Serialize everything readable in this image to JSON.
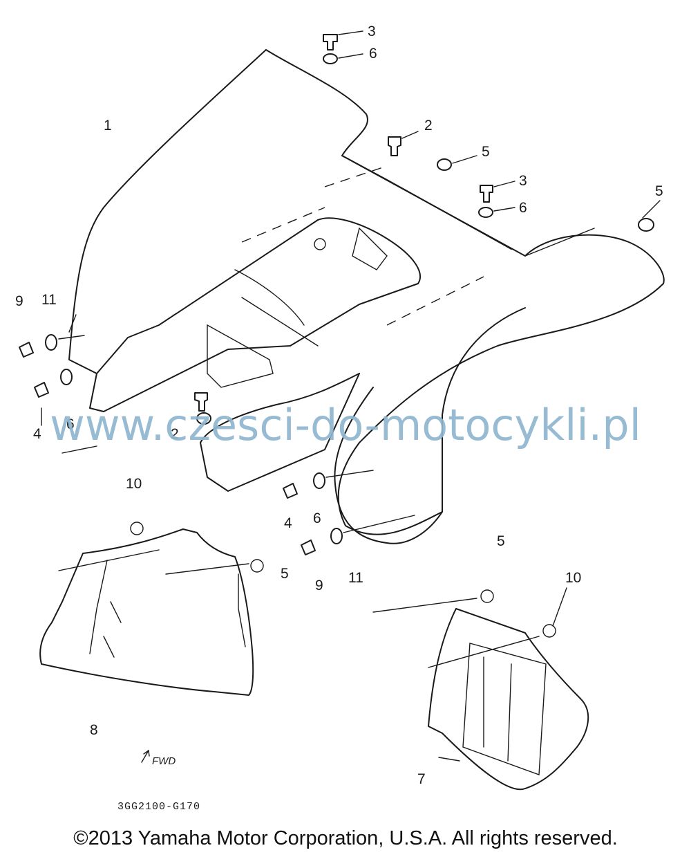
{
  "callouts": {
    "c3_top": "3",
    "c6_top": "6",
    "c2_top": "2",
    "c5_a": "5",
    "c3_mid": "3",
    "c6_mid": "6",
    "c5_b": "5",
    "c1": "1",
    "c9_left": "9",
    "c11_left": "11",
    "c4_left": "4",
    "c6_left": "6",
    "c2_left": "2",
    "c10_left": "10",
    "c4_mid": "4",
    "c6_mid2": "6",
    "c5_c": "5",
    "c5_d": "5",
    "c9_mid": "9",
    "c11_mid": "11",
    "c10_right": "10",
    "c8": "8",
    "c7": "7"
  },
  "fwd_label": "FWD",
  "diagram_code": "3GG2100-G170",
  "watermark": "www.czesci-do-motocykli.pl",
  "copyright": "©2013 Yamaha Motor Corporation, U.S.A. All rights reserved."
}
